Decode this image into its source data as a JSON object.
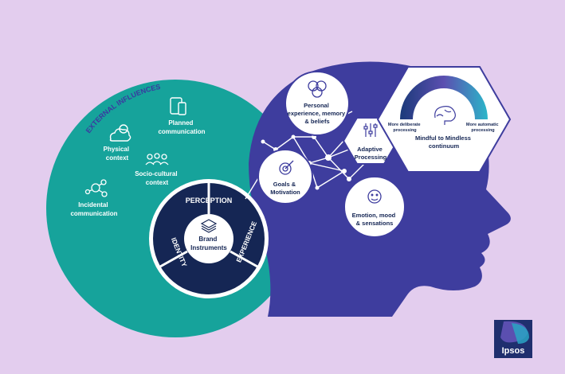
{
  "external": {
    "arc_label": "EXTERNAL INFLUENCES",
    "planned": [
      "Planned",
      "communication"
    ],
    "physical": [
      "Physical",
      "context"
    ],
    "socio": [
      "Socio-cultural",
      "context"
    ],
    "incidental": [
      "Incidental",
      "communication"
    ]
  },
  "brand": {
    "center": [
      "Brand",
      "Instruments"
    ],
    "perception": "PERCEPTION",
    "identity": "IDENTITY",
    "experience": "EXPERIENCE"
  },
  "nodes": {
    "personal": [
      "Personal",
      "experience, memory",
      "& beliefs"
    ],
    "goals": [
      "Goals &",
      "Motivation"
    ],
    "emotion": [
      "Emotion, mood",
      "& sensations"
    ],
    "adaptive": [
      "Adaptive",
      "Processing"
    ]
  },
  "continuum": {
    "title": [
      "Mindful to Mindless",
      "continuum"
    ],
    "left": [
      "More deliberate",
      "processing"
    ],
    "right": [
      "More automatic",
      "processing"
    ]
  },
  "logo": {
    "text": "Ipsos"
  },
  "colors": {
    "background": "#e3cdee",
    "teal": "#16a39b",
    "head": "#3e3d9e",
    "dark_navy": "#152654",
    "label_blue": "#3a3aa0",
    "white": "#ffffff"
  },
  "icons": [
    "phone-tablet-icon",
    "cloud-sun-icon",
    "people-group-icon",
    "network-icon",
    "layers-icon",
    "venn-circles-icon",
    "target-icon",
    "sliders-icon",
    "smiley-icon",
    "brain-icon"
  ]
}
